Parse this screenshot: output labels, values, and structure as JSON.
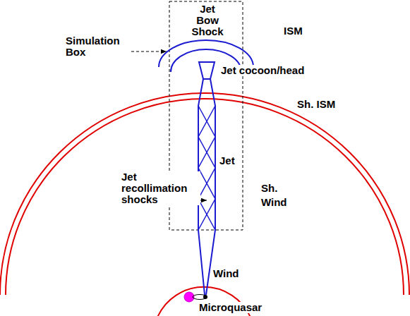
{
  "diagram": {
    "labels": [
      "Jet Bow Shock",
      "ISM",
      "Simulation Box",
      "Jet cocoon/head",
      "Sh. ISM",
      "Jet",
      "Jet recollimation shocks",
      "Sh. Wind",
      "Wind",
      "Microquasar"
    ]
  }
}
